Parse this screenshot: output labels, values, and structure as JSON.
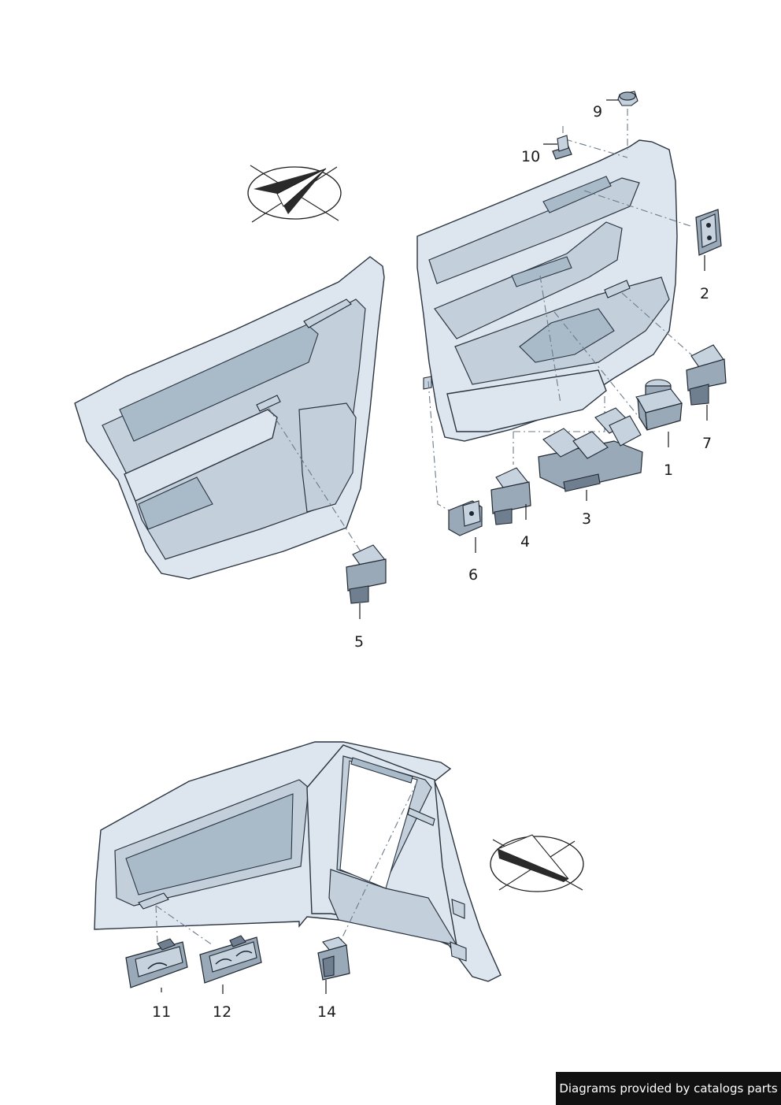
{
  "footer": {
    "text": "Diagrams provided by catalogs parts"
  },
  "callouts": {
    "c1": "1",
    "c2": "2",
    "c3": "3",
    "c4": "4",
    "c5": "5",
    "c6": "6",
    "c7": "7",
    "c9": "9",
    "c10": "10",
    "c11": "11",
    "c12": "12",
    "c14": "14"
  }
}
